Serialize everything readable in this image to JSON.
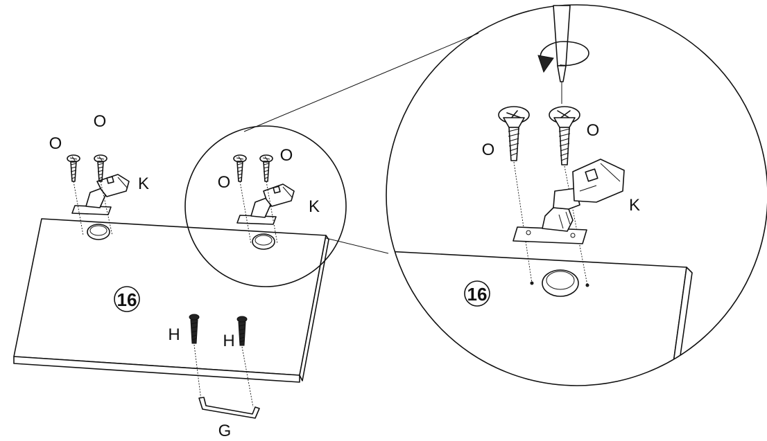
{
  "parts": {
    "panel_number": "16",
    "screw_label": "O",
    "hinge_label": "K",
    "handle_screw_label": "H",
    "handle_label": "G"
  }
}
